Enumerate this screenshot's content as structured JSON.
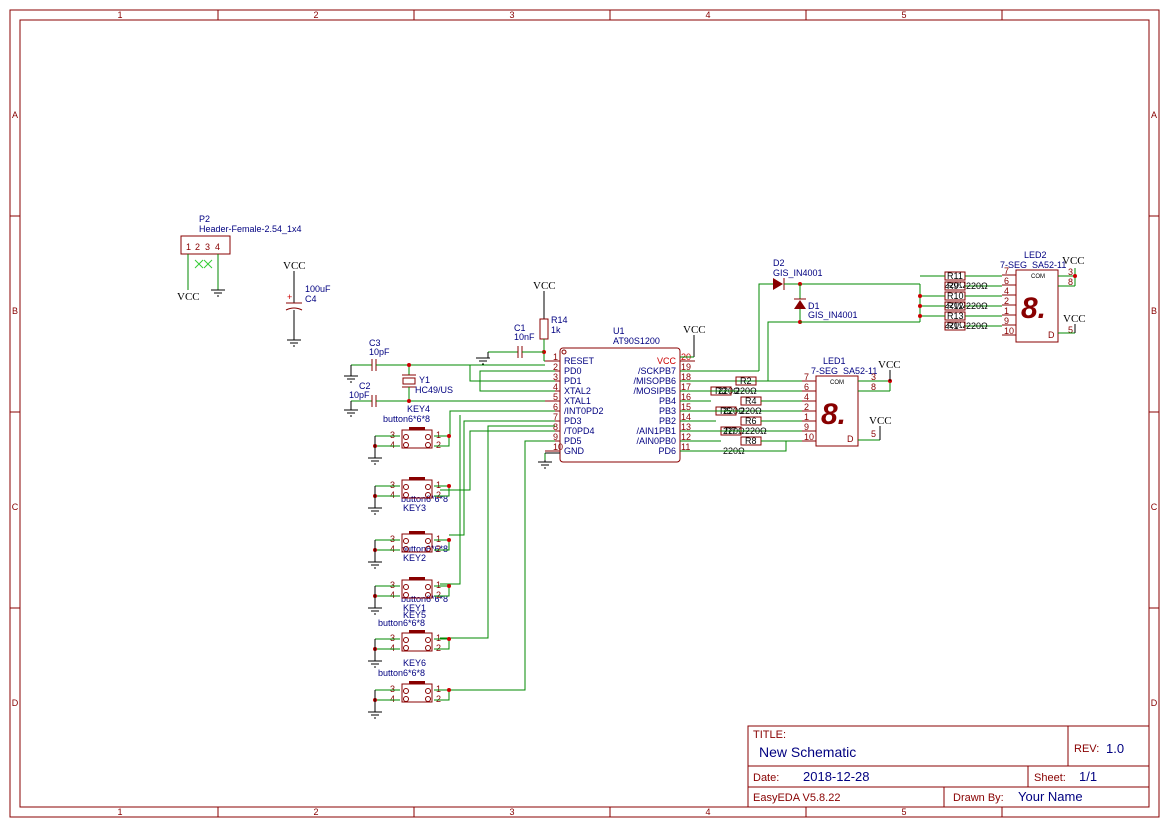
{
  "frame": {
    "columns": [
      "1",
      "2",
      "3",
      "4",
      "5"
    ],
    "rows": [
      "A",
      "B",
      "C",
      "D"
    ]
  },
  "title_block": {
    "title_label": "TITLE:",
    "title_value": "New Schematic",
    "rev_label": "REV:",
    "rev_value": "1.0",
    "date_label": "Date:",
    "date_value": "2018-12-28",
    "sheet_label": "Sheet:",
    "sheet_value": "1/1",
    "tool": "EasyEDA V5.8.22",
    "drawn_label": "Drawn By:",
    "drawn_value": "Your Name"
  },
  "power_label": "VCC",
  "header": {
    "ref": "P2",
    "value": "Header-Female-2.54_1x4",
    "pins": [
      "1",
      "2",
      "3",
      "4"
    ]
  },
  "capacitors": [
    {
      "ref": "C4",
      "value": "100uF"
    },
    {
      "ref": "C3",
      "value": "10pF"
    },
    {
      "ref": "C2",
      "value": "10pF"
    },
    {
      "ref": "C1",
      "value": "10nF"
    }
  ],
  "crystal": {
    "ref": "Y1",
    "value": "HC49/US"
  },
  "resistor_r14": {
    "ref": "R14",
    "value": "1k"
  },
  "mcu": {
    "ref": "U1",
    "value": "AT90S1200",
    "left_pins": [
      {
        "num": "1",
        "name": "RESET"
      },
      {
        "num": "2",
        "name": "PD0"
      },
      {
        "num": "3",
        "name": "PD1"
      },
      {
        "num": "4",
        "name": "XTAL2"
      },
      {
        "num": "5",
        "name": "XTAL1"
      },
      {
        "num": "6",
        "name": "/INT0PD2"
      },
      {
        "num": "7",
        "name": "PD3"
      },
      {
        "num": "8",
        "name": "/T0PD4"
      },
      {
        "num": "9",
        "name": "PD5"
      },
      {
        "num": "10",
        "name": "GND"
      }
    ],
    "right_pins": [
      {
        "num": "20",
        "name": "VCC"
      },
      {
        "num": "19",
        "name": "/SCKPB7"
      },
      {
        "num": "18",
        "name": "/MISOPB6"
      },
      {
        "num": "17",
        "name": "/MOSIPB5"
      },
      {
        "num": "16",
        "name": "PB4"
      },
      {
        "num": "15",
        "name": "PB3"
      },
      {
        "num": "14",
        "name": "PB2"
      },
      {
        "num": "13",
        "name": "/AIN1PB1"
      },
      {
        "num": "12",
        "name": "/AIN0PB0"
      },
      {
        "num": "11",
        "name": "PD6"
      }
    ]
  },
  "diodes": [
    {
      "ref": "D2",
      "value": "GIS_IN4001"
    },
    {
      "ref": "D1",
      "value": "GIS_IN4001"
    }
  ],
  "led1": {
    "ref": "LED1",
    "value": "7-SEG_SA52-11",
    "digit": "8.",
    "com": "COM",
    "pins_left": [
      "7",
      "6",
      "4",
      "2",
      "1",
      "9",
      "10"
    ],
    "pin3": "3",
    "pin8": "8",
    "pin5": "5",
    "dp": "D"
  },
  "led2": {
    "ref": "LED2",
    "value": "7-SEG_SA52-11",
    "digit": "8.",
    "com": "COM",
    "pins_left": [
      "7",
      "6",
      "4",
      "2",
      "1",
      "9",
      "10"
    ],
    "pin3": "3",
    "pin8": "8",
    "pin5": "5",
    "dp": "D"
  },
  "led1_resistors": [
    {
      "ref": "R2",
      "value": "220Ω"
    },
    {
      "ref": "R3",
      "value": "220Ω"
    },
    {
      "ref": "R4",
      "value": "220Ω"
    },
    {
      "ref": "R5",
      "value": "220Ω"
    },
    {
      "ref": "R6",
      "value": "220Ω"
    },
    {
      "ref": "R7",
      "value": "220Ω"
    },
    {
      "ref": "R8",
      "value": "220Ω"
    }
  ],
  "led2_resistors": [
    {
      "ref": "R11",
      "value": "220Ω"
    },
    {
      "ref": "R9",
      "value": "220Ω"
    },
    {
      "ref": "R10",
      "value": "220Ω"
    },
    {
      "ref": "R12",
      "value": "220Ω"
    },
    {
      "ref": "R13",
      "value": "220Ω"
    },
    {
      "ref": "R1",
      "value": "220Ω"
    }
  ],
  "buttons": [
    {
      "ref": "KEY4",
      "value": "button6*6*8"
    },
    {
      "ref": "KEY3",
      "value": "button6*6*8"
    },
    {
      "ref": "KEY2",
      "value": "button6*6*8"
    },
    {
      "ref": "KEY1",
      "value": "button6*6*8"
    },
    {
      "ref": "KEY5",
      "value": "button6*6*8"
    },
    {
      "ref": "KEY6",
      "value": "button6*6*8"
    }
  ]
}
